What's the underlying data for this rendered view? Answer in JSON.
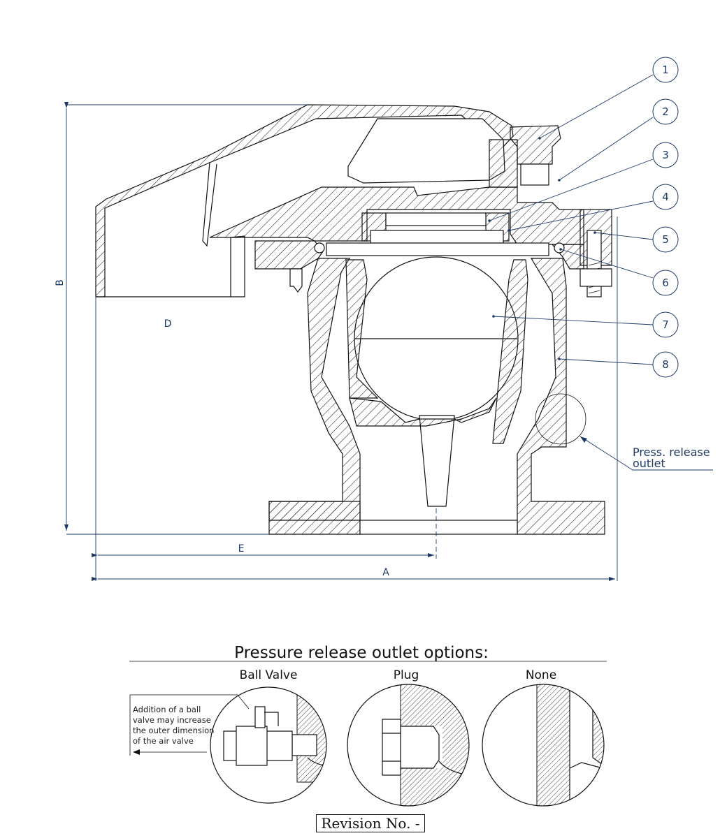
{
  "balloons": [
    "1",
    "2",
    "3",
    "4",
    "5",
    "6",
    "7",
    "8"
  ],
  "dimensions": {
    "a": "A",
    "b": "B",
    "d": "D",
    "e": "E"
  },
  "press_release": {
    "line1": "Press. release",
    "line2": "outlet"
  },
  "options": {
    "title": "Pressure release outlet options:",
    "ball_valve": "Ball Valve",
    "plug": "Plug",
    "none": "None",
    "note": [
      "Addition of a ball",
      "valve may increase",
      "the outer dimension",
      "of the air valve"
    ]
  },
  "revision": "Revision No. -",
  "colors": {
    "annotation": "#1d3a66",
    "outline": "#111111"
  }
}
